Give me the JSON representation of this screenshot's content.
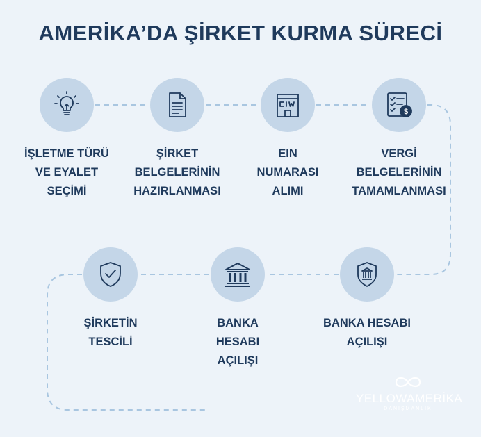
{
  "title": "AMERİKA’DA ŞİRKET KURMA SÜRECİ",
  "steps": [
    {
      "label": "İŞLETME TÜRÜ\nVE EYALET\nSEÇİMİ",
      "icon": "lightbulb-icon"
    },
    {
      "label": "ŞİRKET\nBELGELERİNİN\nHAZIRLANMASI",
      "icon": "document-icon"
    },
    {
      "label": "EIN\nNUMARASI\nALIMI",
      "icon": "building-icon"
    },
    {
      "label": "VERGİ\nBELGELERİNİN\nTAMAMLANMASI",
      "icon": "tax-checklist-icon"
    },
    {
      "label": "ŞİRKETİN\nTESCİLİ",
      "icon": "shield-check-icon"
    },
    {
      "label": "BANKA\nHESABI\nAÇILIŞI",
      "icon": "bank-icon"
    },
    {
      "label": "BANKA HESABI\nAÇILIŞI",
      "icon": "bank-badge-icon"
    }
  ],
  "logo": {
    "name": "YELLOWAMERİKA",
    "sub": "DANIŞMANLIK"
  },
  "colors": {
    "background": "#edf3f9",
    "circle": "#c4d6e8",
    "text": "#1f3a5c",
    "connector": "#a9c6e0"
  }
}
